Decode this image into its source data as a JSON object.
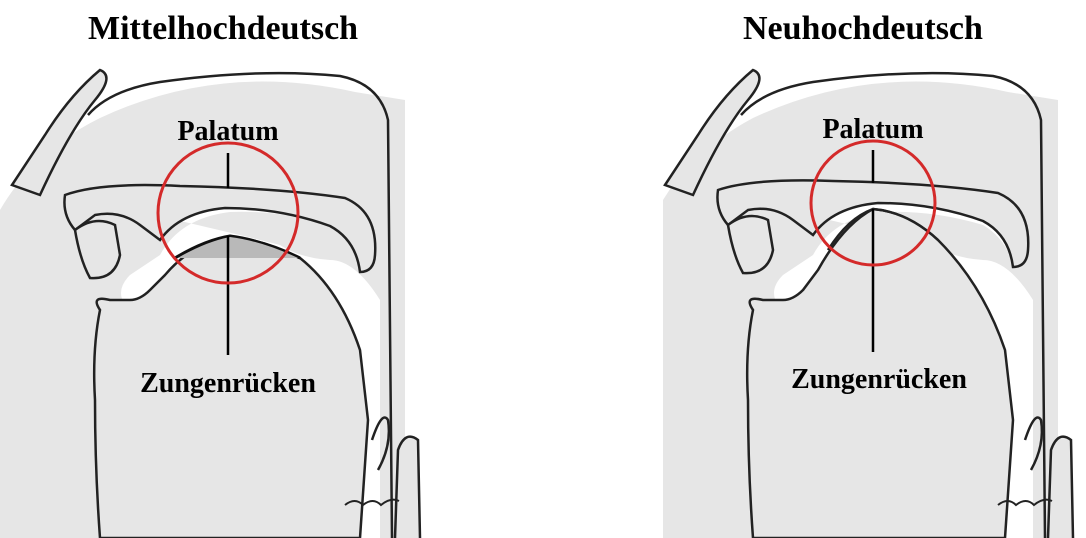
{
  "panels": [
    {
      "title": "Mittelhochdeutsch",
      "palate_label": "Palatum",
      "tongue_label": "Zungenrücken",
      "tongue_position": "low"
    },
    {
      "title": "Neuhochdeutsch",
      "palate_label": "Palatum",
      "tongue_label": "Zungenrücken",
      "tongue_position": "high"
    }
  ],
  "colors": {
    "tissue_fill": "#e6e6e6",
    "outline": "#222222",
    "circle": "#d42a2a",
    "gap_fill": "#b9b9b9"
  }
}
